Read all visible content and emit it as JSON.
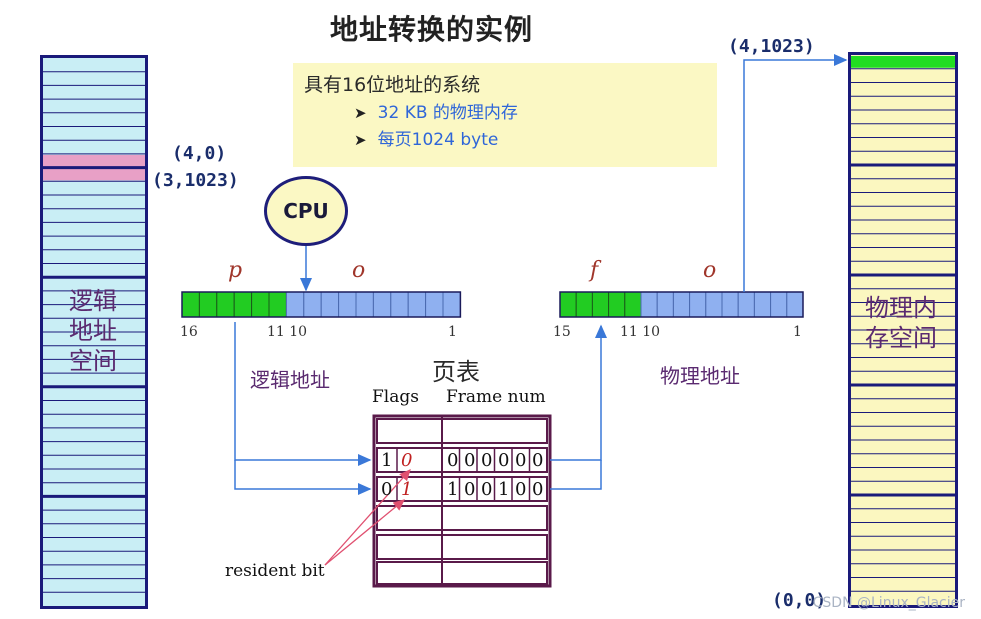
{
  "title": "地址转换的实例",
  "info": {
    "heading": "具有16位地址的系统",
    "items": [
      "32 KB 的物理内存",
      "每页1024 byte"
    ]
  },
  "cpu_label": "CPU",
  "logical": {
    "segment_label_lines": [
      "逻辑",
      "地址",
      "空间"
    ],
    "marker_upper": "(4,0)",
    "marker_lower": "(3,1023)",
    "address_label": "逻辑地址",
    "p_label": "p",
    "o_label": "o",
    "bit_labels": {
      "high": "16",
      "mid": "11 10",
      "low": "1"
    }
  },
  "physical": {
    "segment_label_lines": [
      "物理内",
      "存空间"
    ],
    "marker_top": "(4,1023)",
    "marker_bottom": "(0,0)",
    "address_label": "物理地址",
    "f_label": "f",
    "o_label": "o",
    "bit_labels": {
      "high": "15",
      "mid": "11 10",
      "low": "1"
    }
  },
  "page_table": {
    "title": "页表",
    "col_flags": "Flags",
    "col_frame": "Frame num",
    "rows": [
      {
        "flags": [
          "1",
          "0"
        ],
        "frame": [
          "0",
          "0",
          "0",
          "0",
          "0",
          "0"
        ]
      },
      {
        "flags": [
          "0",
          "1"
        ],
        "frame": [
          "1",
          "0",
          "0",
          "1",
          "0",
          "0"
        ]
      }
    ],
    "resident_label": "resident bit"
  },
  "watermark": "CSDN @Linux_Glacier",
  "colors": {
    "border": "#1a1a7a",
    "logical_fill": "#c9eef5",
    "logical_highlight": "#e8a0c6",
    "physical_fill": "#fbf7c0",
    "physical_highlight": "#22dd22",
    "bit_high": "#22cc22",
    "bit_low": "#8fb0f0",
    "arrow": "#3a78d8",
    "table_border": "#5a1a4a",
    "resident_arrow": "#e05070"
  }
}
